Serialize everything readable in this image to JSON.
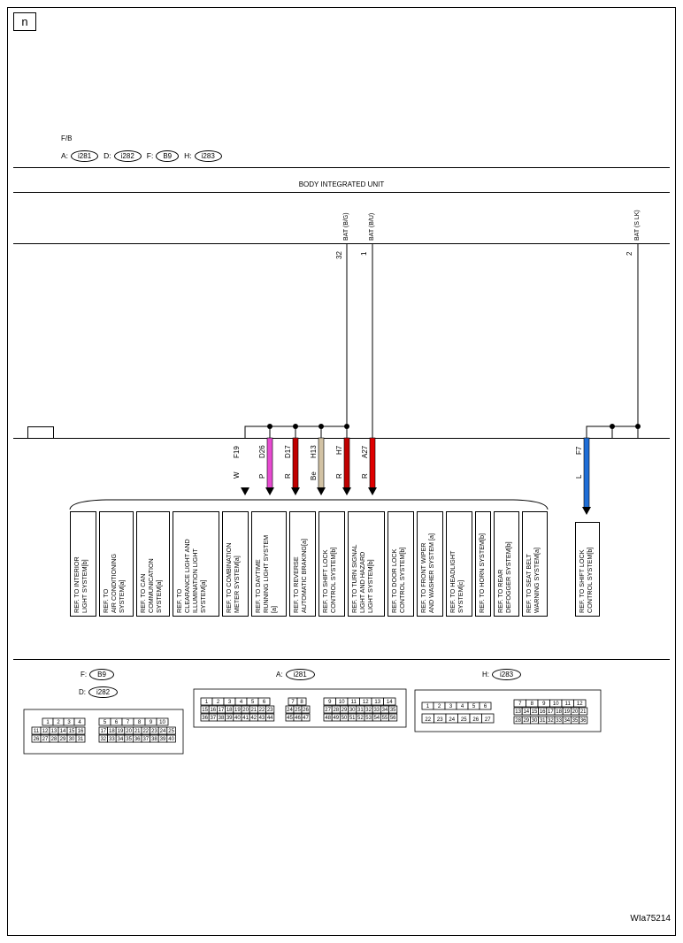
{
  "page_label": "n",
  "fb_label": "F/B",
  "connector_refs": [
    {
      "letter": "A:",
      "code": "i281"
    },
    {
      "letter": "D:",
      "code": "i282"
    },
    {
      "letter": "F:",
      "code": "B9"
    },
    {
      "letter": "H:",
      "code": "i283"
    }
  ],
  "unit_name": "BODY INTEGRATED UNIT",
  "power_inputs": [
    {
      "label": "BAT (B/G)",
      "pin": "32"
    },
    {
      "label": "BAT (B/U)",
      "pin": "1"
    },
    {
      "label": "BAT (S LK)",
      "pin": "2"
    }
  ],
  "wires": [
    {
      "terminal": "F19",
      "color_code": "W",
      "color": "#000000"
    },
    {
      "terminal": "D26",
      "color_code": "P",
      "color": "#e64ad0"
    },
    {
      "terminal": "D17",
      "color_code": "R",
      "color": "#c00000"
    },
    {
      "terminal": "H13",
      "color_code": "Be",
      "color": "#d2c2a4"
    },
    {
      "terminal": "H7",
      "color_code": "R",
      "color": "#c00000"
    },
    {
      "terminal": "A27",
      "color_code": "R",
      "color": "#e00000"
    },
    {
      "terminal": "F7",
      "color_code": "L",
      "color": "#1f6ed6"
    }
  ],
  "references": [
    "REF. TO INTERIOR\nLIGHT SYSTEM[b]",
    "REF. TO\nAIR CONDITIONING\nSYSTEM[a]",
    "REF. TO CAN\nCOMMUNICATION\nSYSTEM[a]",
    "REF. TO\nCLEARANCE LIGHT AND\nILLUMINATION LIGHT\nSYSTEM[a]",
    "REF. TO COMBINATION\nMETER SYSTEM[a]",
    "REF. TO DAYTIME\nRUNNING LIGHT SYSTEM\n[a]",
    "REF. TO REVERSE\nAUTOMATIC BRAKING[a]",
    "REF. TO SHIFT LOCK\nCONTROL SYSTEM[b]",
    "REF. TO TURN SIGNAL\nLIGHT AND HAZARD\nLIGHT SYSTEM[b]",
    "REF. TO DOOR LOCK\nCONTROL SYSTEM[b]",
    "REF. TO FRONT WIPER\nAND WASHER SYSTEM [a]",
    "REF. TO HEADLIGHT\nSYSTEM[c]",
    "REF. TO HORN SYSTEM[b]",
    "REF. TO REAR\nDEFOGGER SYSTEM[b]",
    "REF. TO SEAT BELT\nWARNING SYSTEM[a]",
    "REF. TO SHIFT LOCK\nCONTROL SYSTEM[b]"
  ],
  "connector_views": {
    "fd": {
      "f_letter": "F:",
      "f_code": "B9",
      "d_letter": "D:",
      "d_code": "i282",
      "pins_left_top": [
        "1",
        "2",
        "3",
        "4"
      ],
      "pins_left_mid": [
        "11",
        "12",
        "13",
        "14",
        "15",
        "16"
      ],
      "pins_left_bot": [
        "26",
        "27",
        "28",
        "29",
        "30",
        "31"
      ],
      "pins_right_top": [
        "5",
        "6",
        "7",
        "8",
        "9",
        "10"
      ],
      "pins_right_mid": [
        "17",
        "18",
        "19",
        "20",
        "21",
        "22",
        "23",
        "24",
        "25"
      ],
      "pins_right_bot": [
        "32",
        "33",
        "34",
        "35",
        "36",
        "37",
        "38",
        "39",
        "40"
      ]
    },
    "a": {
      "letter": "A:",
      "code": "i281",
      "pins_l_top": [
        "1",
        "2",
        "3",
        "4",
        "5",
        "6"
      ],
      "pins_l_mid": [
        "15",
        "16",
        "17",
        "18",
        "19",
        "20",
        "21",
        "22",
        "23"
      ],
      "pins_l_bot": [
        "36",
        "37",
        "38",
        "39",
        "40",
        "41",
        "42",
        "43",
        "44"
      ],
      "pins_c_top": [
        "7",
        "8"
      ],
      "pins_c_mid": [
        "24",
        "25",
        "26"
      ],
      "pins_c_bot": [
        "45",
        "46",
        "47"
      ],
      "pins_r_top": [
        "9",
        "10",
        "11",
        "12",
        "13",
        "14"
      ],
      "pins_r_mid": [
        "27",
        "28",
        "29",
        "30",
        "31",
        "32",
        "33",
        "34",
        "35"
      ],
      "pins_r_bot": [
        "48",
        "49",
        "50",
        "51",
        "52",
        "53",
        "54",
        "55",
        "56"
      ]
    },
    "h": {
      "letter": "H:",
      "code": "i283",
      "pins_l_top": [
        "1",
        "2",
        "3",
        "4",
        "5",
        "6"
      ],
      "pins_l_bot": [
        "22",
        "23",
        "24",
        "25",
        "26",
        "27"
      ],
      "pins_r_top": [
        "7",
        "8",
        "9",
        "10",
        "11",
        "12"
      ],
      "pins_r_mid": [
        "13",
        "14",
        "15",
        "16",
        "17",
        "18",
        "19",
        "20",
        "21"
      ],
      "pins_r_bot": [
        "28",
        "29",
        "30",
        "31",
        "32",
        "33",
        "34",
        "35",
        "36"
      ]
    }
  },
  "diagram_id": "WIa75214"
}
